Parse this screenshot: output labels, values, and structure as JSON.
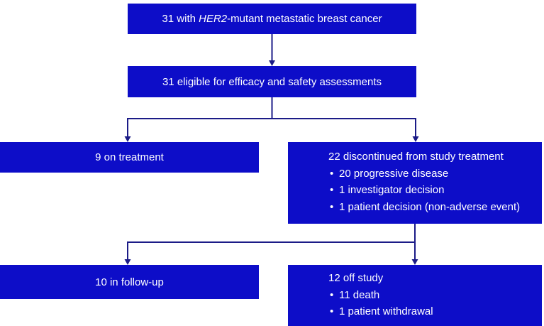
{
  "bullet_char": "•",
  "colors": {
    "box_fill": "#0d0dc8",
    "connector": "#1b1b87",
    "text": "#ffffff",
    "background": "#ffffff"
  },
  "flowchart": {
    "enrolled": {
      "prefix": "31 with ",
      "gene": "HER2",
      "suffix": "-mutant metastatic breast cancer"
    },
    "eligible": {
      "text": "31 eligible for efficacy and safety assessments"
    },
    "on_treatment": {
      "text": "9 on treatment"
    },
    "discontinued": {
      "title": "22 discontinued from study treatment",
      "bullets": [
        "20 progressive disease",
        "1 investigator decision",
        "1 patient decision (non-adverse event)"
      ]
    },
    "follow_up": {
      "text": "10 in follow-up"
    },
    "off_study": {
      "title": "12 off study",
      "bullets": [
        "11 death",
        "1 patient withdrawal"
      ]
    }
  }
}
